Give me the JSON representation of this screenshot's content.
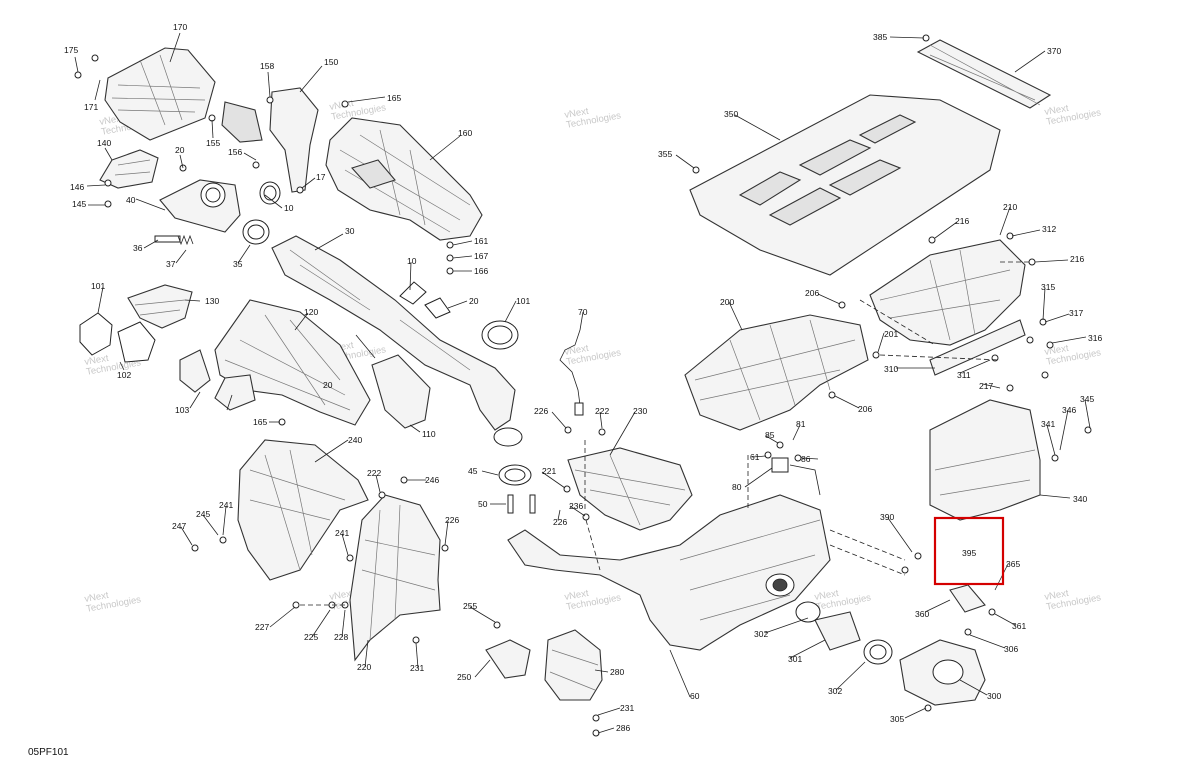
{
  "diagram_code": "05PF101",
  "watermark": {
    "line1": "vNext",
    "line2": "Technologies"
  },
  "highlight_color": "#d40000",
  "callouts": [
    "170",
    "175",
    "171",
    "158",
    "150",
    "165",
    "160",
    "140",
    "20",
    "155",
    "156",
    "17",
    "146",
    "145",
    "40",
    "10",
    "30",
    "161",
    "167",
    "166",
    "36",
    "37",
    "35",
    "10",
    "20",
    "101",
    "130",
    "120",
    "101",
    "70",
    "102",
    "20",
    "103",
    "110",
    "165",
    "240",
    "226",
    "222",
    "230",
    "85",
    "81",
    "61",
    "86",
    "80",
    "222",
    "246",
    "45",
    "221",
    "50",
    "226",
    "236",
    "241",
    "245",
    "247",
    "241",
    "226",
    "255",
    "250",
    "280",
    "227",
    "225",
    "228",
    "220",
    "231",
    "231",
    "286",
    "60",
    "385",
    "370",
    "350",
    "355",
    "216",
    "210",
    "312",
    "216",
    "315",
    "317",
    "316",
    "206",
    "201",
    "200",
    "310",
    "311",
    "217",
    "206",
    "345",
    "346",
    "341",
    "340",
    "390",
    "395",
    "365",
    "360",
    "361",
    "302",
    "301",
    "306",
    "302",
    "300",
    "305"
  ]
}
